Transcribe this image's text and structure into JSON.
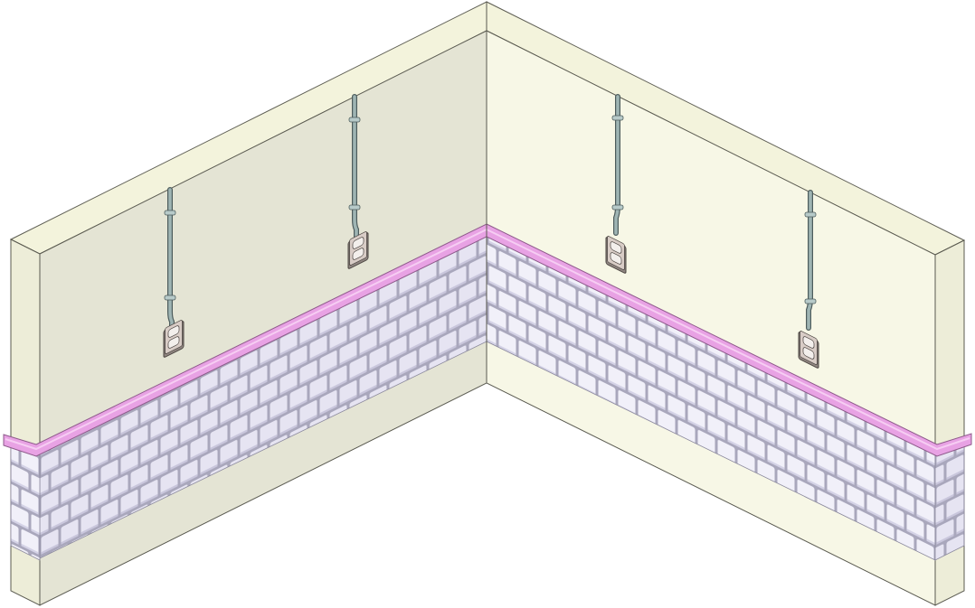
{
  "scene": {
    "type": "isometric-room-corner",
    "walls": [
      "left-wall",
      "right-wall"
    ],
    "wall_features": [
      "subway-tile-wainscot",
      "chair-rail-molding",
      "exposed-conduit",
      "duplex-outlet"
    ],
    "outlet_count": 4
  },
  "colors": {
    "wall_face_left": "#e4e4d4",
    "wall_face_right": "#f7f7e6",
    "wall_top": "#f3f3dc",
    "wall_edge": "#ededd8",
    "outline": "#5a5a50",
    "tile_face_left": "#e6e4f2",
    "tile_face_right": "#f1f0f9",
    "tile_grout": "#a9a7bc",
    "chair_rail": "#e8a2e4",
    "chair_rail_shadow": "#c27bbf",
    "conduit": "#9fb5b4",
    "conduit_outline": "#4d5c5c",
    "outlet_plate": "#d8ccc6"
  }
}
